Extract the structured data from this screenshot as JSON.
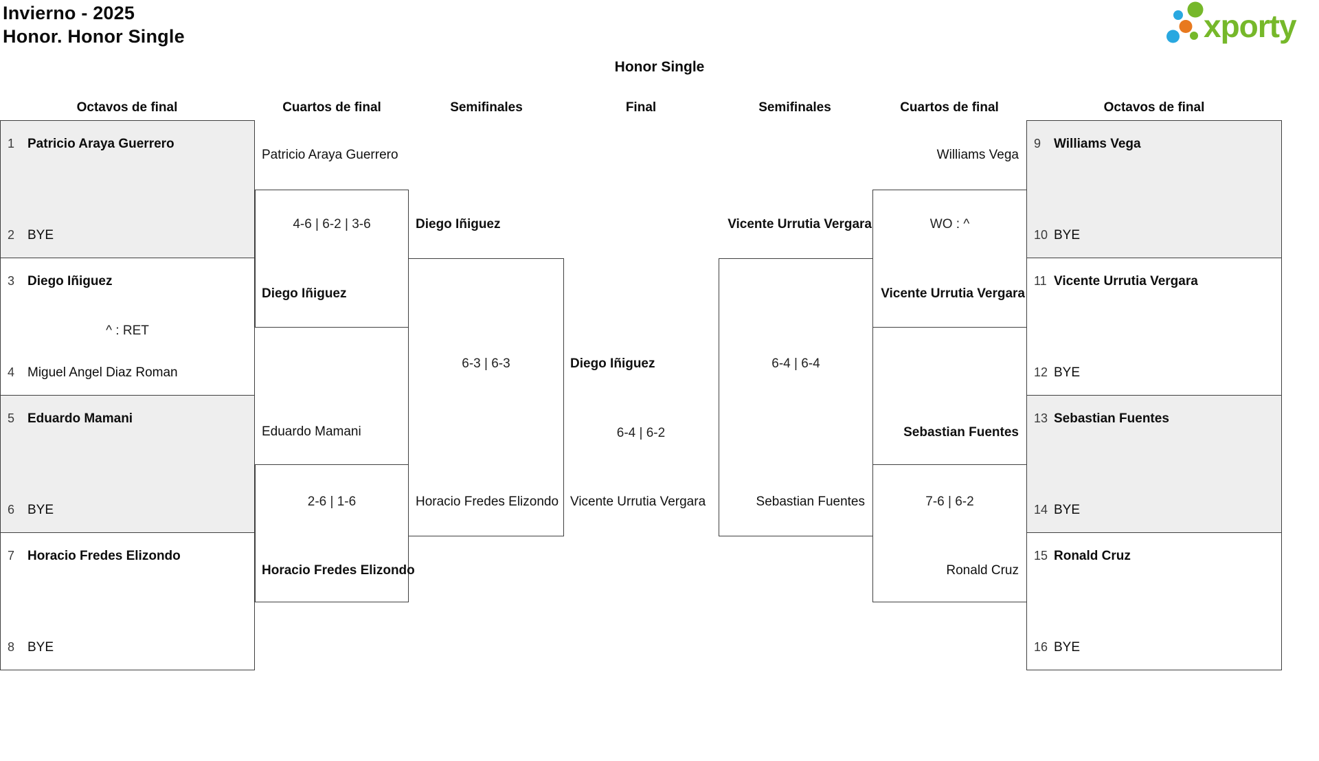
{
  "header": {
    "title_line1": "Invierno - 2025",
    "title_line2": "Honor. Honor Single",
    "logo": {
      "text": "xporty",
      "green": "#76b82a",
      "blue": "#29a8e0",
      "orange": "#e8791e"
    }
  },
  "bracket": {
    "title": "Honor Single",
    "rounds": {
      "octavos_left": "Octavos de final",
      "cuartos_left": "Cuartos de final",
      "semis_left": "Semifinales",
      "final": "Final",
      "semis_right": "Semifinales",
      "cuartos_right": "Cuartos de final",
      "octavos_right": "Octavos de final"
    },
    "octavos_left": [
      {
        "p1_seed": "1",
        "p1": "Patricio Araya Guerrero",
        "p2_seed": "2",
        "p2": "BYE",
        "note": ""
      },
      {
        "p1_seed": "3",
        "p1": "Diego Iñiguez",
        "p2_seed": "4",
        "p2": "Miguel Angel Diaz Roman",
        "note": "^ : RET"
      },
      {
        "p1_seed": "5",
        "p1": "Eduardo Mamani",
        "p2_seed": "6",
        "p2": "BYE",
        "note": ""
      },
      {
        "p1_seed": "7",
        "p1": "Horacio Fredes Elizondo",
        "p2_seed": "8",
        "p2": "BYE",
        "note": ""
      }
    ],
    "octavos_right": [
      {
        "p1_seed": "9",
        "p1": "Williams Vega",
        "p2_seed": "10",
        "p2": "BYE",
        "note": ""
      },
      {
        "p1_seed": "11",
        "p1": "Vicente Urrutia Vergara",
        "p2_seed": "12",
        "p2": "BYE",
        "note": ""
      },
      {
        "p1_seed": "13",
        "p1": "Sebastian Fuentes",
        "p2_seed": "14",
        "p2": "BYE",
        "note": ""
      },
      {
        "p1_seed": "15",
        "p1": "Ronald Cruz",
        "p2_seed": "16",
        "p2": "BYE",
        "note": ""
      }
    ],
    "cuartos_left": [
      {
        "top": "Patricio Araya Guerrero",
        "score": "4-6 | 6-2 | 3-6",
        "bottom": "Diego Iñiguez"
      },
      {
        "top": "Eduardo Mamani",
        "score": "2-6 | 1-6",
        "bottom": "Horacio Fredes Elizondo"
      }
    ],
    "cuartos_right": [
      {
        "top": "Williams Vega",
        "score": "WO : ^",
        "bottom": "Vicente Urrutia Vergara"
      },
      {
        "top": "Sebastian Fuentes",
        "score": "7-6 | 6-2",
        "bottom": "Ronald Cruz"
      }
    ],
    "semi_left": {
      "top": "Diego Iñiguez",
      "score": "6-3 | 6-3",
      "bottom": "Horacio Fredes Elizondo"
    },
    "semi_right": {
      "top": "Vicente Urrutia Vergara",
      "score": "6-4 | 6-4",
      "bottom": "Sebastian Fuentes"
    },
    "final": {
      "top": "Diego Iñiguez",
      "score": "6-4 | 6-2",
      "bottom": "Vicente Urrutia Vergara"
    }
  }
}
